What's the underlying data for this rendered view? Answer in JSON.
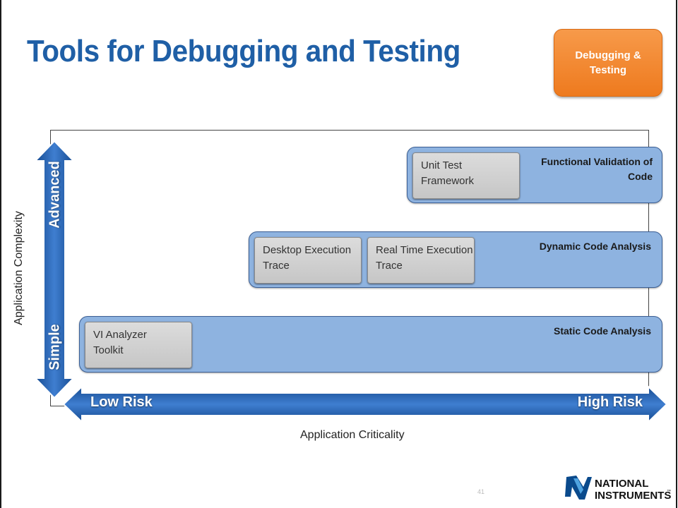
{
  "slide": {
    "title": "Tools for Debugging and Testing",
    "badge": "Debugging & Testing",
    "page_number": "41"
  },
  "axes": {
    "x_label": "Application Criticality",
    "y_label": "Application Complexity",
    "x_low": "Low Risk",
    "x_high": "High Risk",
    "y_low": "Simple",
    "y_high": "Advanced"
  },
  "bands": [
    {
      "label": "Functional Validation of Code",
      "tools": [
        "Unit Test Framework"
      ]
    },
    {
      "label": "Dynamic Code Analysis",
      "tools": [
        "Desktop Execution Trace",
        "Real Time Execution Trace"
      ]
    },
    {
      "label": "Static Code Analysis",
      "tools": [
        "VI Analyzer Toolkit"
      ]
    }
  ],
  "logo": {
    "text": "NATIONAL INSTRUMENTS",
    "line1": "NATIONAL",
    "line2": "INSTRUMENTS"
  },
  "colors": {
    "title": "#1f5fa6",
    "band": "#8eb3e0",
    "arrow": "#1f5bab",
    "badge": "#f28a33"
  }
}
